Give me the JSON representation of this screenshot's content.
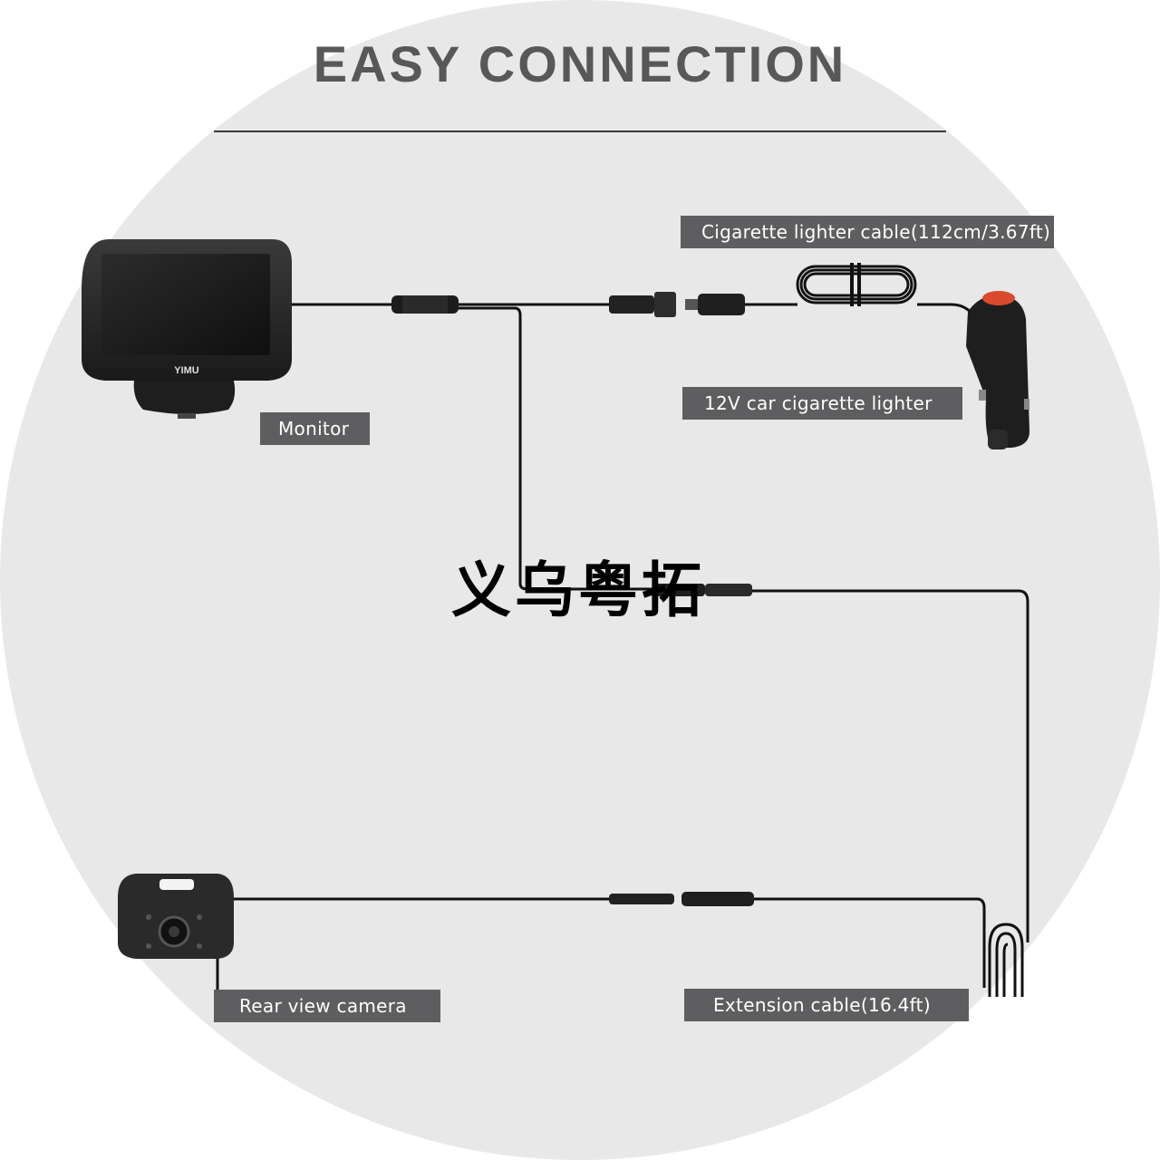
{
  "title": "EASY CONNECTION",
  "labels": {
    "monitor": "Monitor",
    "cig_cable": "Cigarette lighter cable(112cm/3.67ft)",
    "lighter": "12V car cigarette lighter",
    "camera": "Rear view camera",
    "extension": "Extension cable(16.4ft)"
  },
  "monitor_brand": "YIMU",
  "watermark": "义乌粤拓",
  "colors": {
    "background": "#e8e8e8",
    "label_bg": "#5e5e60",
    "title": "#58585a",
    "cable": "#111111",
    "lighter_button": "#d94a2e"
  }
}
